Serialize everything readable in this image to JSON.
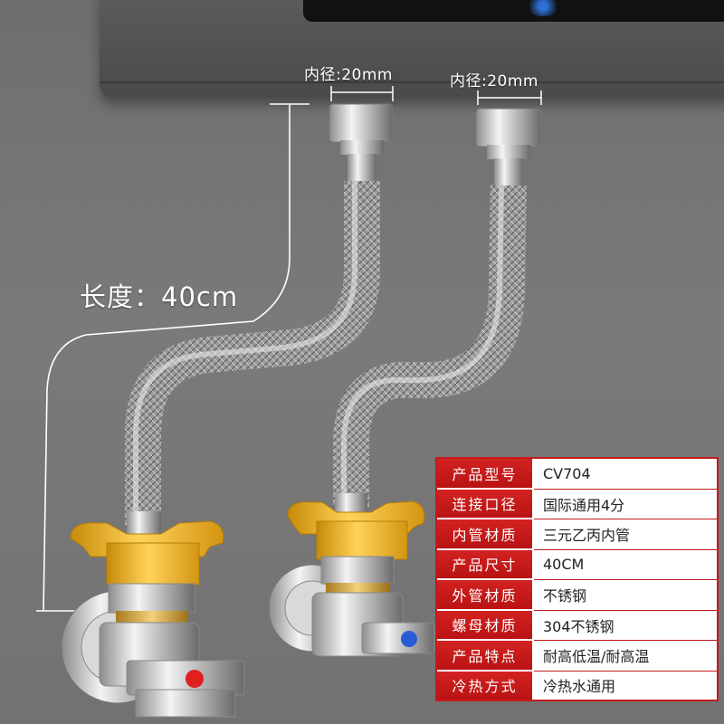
{
  "dimensions": {
    "left_inner_diameter": "内径:20mm",
    "right_inner_diameter": "内径:20mm",
    "length": "长度：40cm"
  },
  "spec_table": [
    {
      "label": "产品型号",
      "value": "CV704"
    },
    {
      "label": "连接口径",
      "value": "国际通用4分"
    },
    {
      "label": "内管材质",
      "value": "三元乙丙内管"
    },
    {
      "label": "产品尺寸",
      "value": "40CM"
    },
    {
      "label": "外管材质",
      "value": "不锈钢"
    },
    {
      "label": "螺母材质",
      "value": "304不锈钢"
    },
    {
      "label": "产品特点",
      "value": "耐高低温/耐高温"
    },
    {
      "label": "冷热方式",
      "value": "冷热水通用"
    }
  ],
  "colors": {
    "table_header": "#c51a1a",
    "hot_indicator": "#e02020",
    "cold_indicator": "#2a5bd7",
    "nut_yellow": "#f2b41c"
  }
}
